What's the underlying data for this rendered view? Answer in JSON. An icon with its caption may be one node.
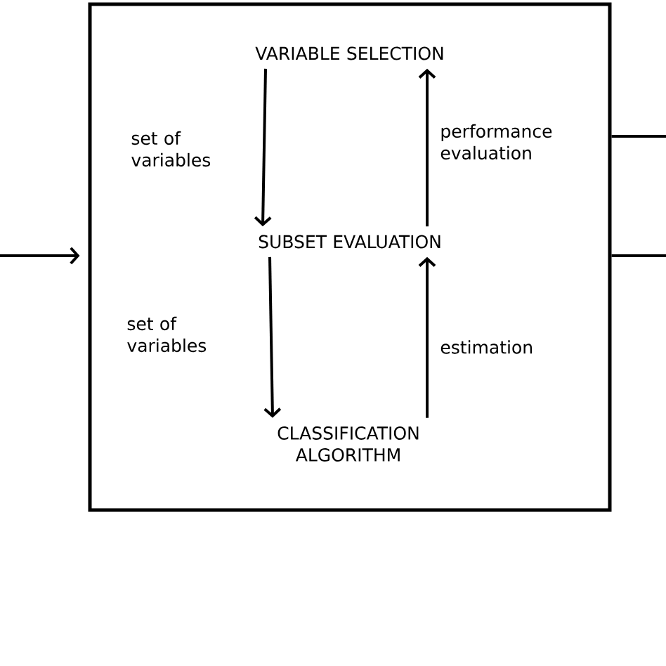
{
  "diagram": {
    "nodes": [
      {
        "text": [],
        "shape": "box"
      },
      {
        "text": [
          "VARIABLE SELECTION"
        ],
        "in": 0
      },
      {
        "text": [
          "SUBSET EVALUATION"
        ],
        "in": 0
      },
      {
        "text": [
          "CLASSIFICATION ALGORITHM"
        ],
        "in": 0
      }
    ],
    "edges": [
      {
        "from": 1,
        "to": 2,
        "arrow": "to",
        "label": "set of variables"
      },
      {
        "from": 2,
        "to": 1,
        "arrow": "to",
        "label": "performance evaluation"
      },
      {
        "from": 2,
        "to": 3,
        "arrow": "to",
        "label": "set of variables"
      },
      {
        "from": 3,
        "to": 2,
        "arrow": "to",
        "label": "estimation"
      },
      {
        "from": null,
        "to": 0,
        "arrow": "to"
      },
      {
        "from": 0,
        "to": null,
        "arrow": "none"
      },
      {
        "from": 0,
        "to": null,
        "arrow": "none"
      }
    ]
  }
}
